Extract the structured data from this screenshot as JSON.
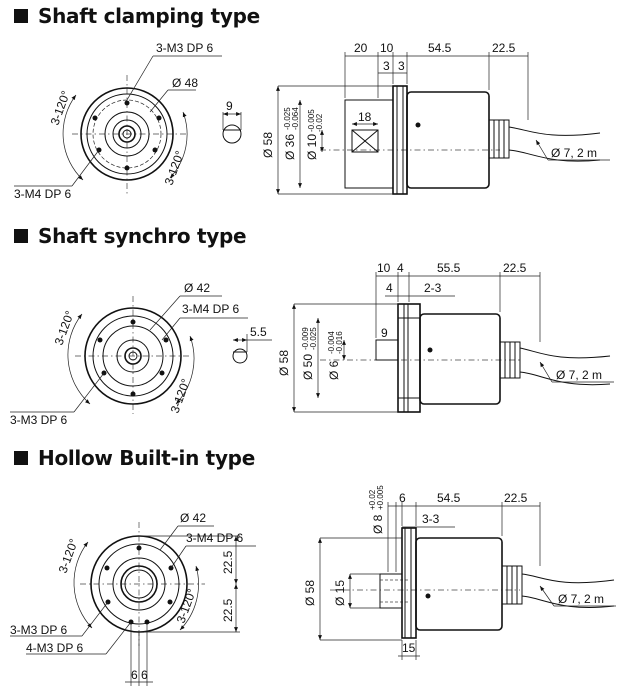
{
  "sections": {
    "clamp": {
      "title": "Shaft clamping type",
      "labels": {
        "m3": "3-M3 DP 6",
        "dia48": "Ø 48",
        "ang_left": "3-120°",
        "ang_right": "3-120°",
        "m4": "3-M4 DP 6",
        "flat": "9",
        "d20": "20",
        "d10": "10",
        "d545": "54.5",
        "d225": "22.5",
        "d3a": "3",
        "d3b": "3",
        "d18": "18",
        "dia58": "Ø 58",
        "dia36": "Ø 36",
        "tol36a": "-0.025",
        "tol36b": "-0.064",
        "dia10": "Ø 10",
        "tol10a": "-0.005",
        "tol10b": "-0.02",
        "cable": "Ø 7, 2 m"
      }
    },
    "synchro": {
      "title": "Shaft synchro type",
      "labels": {
        "dia42": "Ø 42",
        "m4": "3-M4 DP 6",
        "ang_left": "3-120°",
        "ang_right": "3-120°",
        "m3": "3-M3 DP 6",
        "flat": "5.5",
        "d10": "10",
        "d4": "4",
        "d555": "55.5",
        "d225": "22.5",
        "d4b": "4",
        "d23": "2-3",
        "d9": "9",
        "dia58": "Ø 58",
        "dia50": "Ø 50",
        "tol50a": "-0.009",
        "tol50b": "-0.025",
        "dia6": "Ø 6",
        "tol6a": "-0.004",
        "tol6b": "-0.016",
        "cable": "Ø 7, 2 m"
      }
    },
    "hollow": {
      "title": "Hollow Built-in type",
      "labels": {
        "dia42": "Ø 42",
        "m4": "3-M4 DP 6",
        "ang_left": "3-120°",
        "ang_right": "3-120°",
        "d225a": "22.5",
        "d225b": "22.5",
        "m3": "3-M3 DP 6",
        "m3b": "4-M3 DP 6",
        "d6a": "6",
        "d6b": "6",
        "dia8": "Ø 8",
        "tol8a": "+0.02",
        "tol8b": "+0.005",
        "d6": "6",
        "d545": "54.5",
        "d225": "22.5",
        "d33": "3-3",
        "dia58": "Ø 58",
        "dia15": "Ø 15",
        "d15": "15",
        "cable": "Ø 7, 2 m"
      }
    }
  }
}
